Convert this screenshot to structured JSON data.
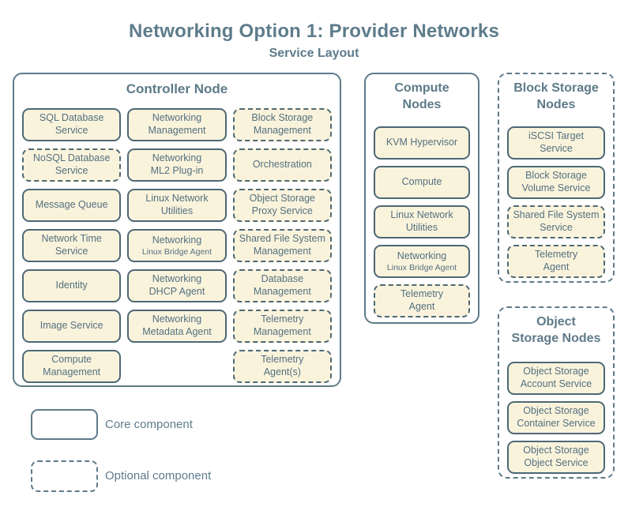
{
  "title": "Networking Option 1: Provider Networks",
  "subtitle": "Service Layout",
  "colors": {
    "background": "#ffffff",
    "box_fill": "#faf3dc",
    "box_border": "#4d6875",
    "group_border": "#5e7a89",
    "text": "#53707f",
    "heading_text": "#5e7c8b"
  },
  "legend": {
    "core_label": "Core component",
    "optional_label": "Optional component"
  },
  "groups": {
    "controller": {
      "title": "Controller Node",
      "type": "core",
      "services": [
        {
          "label": "SQL Database\nService",
          "type": "core"
        },
        {
          "label": "Networking\nManagement",
          "type": "core"
        },
        {
          "label": "Block Storage\nManagement",
          "type": "optional"
        },
        {
          "label": "NoSQL Database\nService",
          "type": "optional"
        },
        {
          "label": "Networking\nML2 Plug-in",
          "type": "core"
        },
        {
          "label": "Orchestration",
          "type": "optional"
        },
        {
          "label": "Message Queue",
          "type": "core"
        },
        {
          "label": "Linux Network\nUtilities",
          "type": "core"
        },
        {
          "label": "Object Storage\nProxy Service",
          "type": "optional"
        },
        {
          "label": "Network Time\nService",
          "type": "core"
        },
        {
          "label": "Networking",
          "sublabel": "Linux Bridge Agent",
          "type": "core"
        },
        {
          "label": "Shared File System\nManagement",
          "type": "optional"
        },
        {
          "label": "Identity",
          "type": "core"
        },
        {
          "label": "Networking\nDHCP Agent",
          "type": "core"
        },
        {
          "label": "Database\nManagement",
          "type": "optional"
        },
        {
          "label": "Image Service",
          "type": "core"
        },
        {
          "label": "Networking\nMetadata Agent",
          "type": "core"
        },
        {
          "label": "Telemetry\nManagement",
          "type": "optional"
        },
        {
          "label": "Compute\nManagement",
          "type": "core"
        },
        {
          "label": "",
          "type": "empty"
        },
        {
          "label": "Telemetry\nAgent(s)",
          "type": "optional"
        }
      ]
    },
    "compute": {
      "title": "Compute\nNodes",
      "type": "core",
      "services": [
        {
          "label": "KVM Hypervisor",
          "type": "core"
        },
        {
          "label": "Compute",
          "type": "core"
        },
        {
          "label": "Linux Network\nUtilities",
          "type": "core"
        },
        {
          "label": "Networking",
          "sublabel": "Linux Bridge Agent",
          "type": "core"
        },
        {
          "label": "Telemetry\nAgent",
          "type": "optional"
        }
      ]
    },
    "block_storage": {
      "title": "Block Storage\nNodes",
      "type": "optional",
      "services": [
        {
          "label": "iSCSI Target\nService",
          "type": "core"
        },
        {
          "label": "Block Storage\nVolume Service",
          "type": "core"
        },
        {
          "label": "Shared File System\nService",
          "type": "optional"
        },
        {
          "label": "Telemetry\nAgent",
          "type": "optional"
        }
      ]
    },
    "object_storage": {
      "title": "Object\nStorage Nodes",
      "type": "optional",
      "services": [
        {
          "label": "Object Storage\nAccount Service",
          "type": "core"
        },
        {
          "label": "Object Storage\nContainer Service",
          "type": "core"
        },
        {
          "label": "Object Storage\nObject Service",
          "type": "core"
        }
      ]
    }
  }
}
